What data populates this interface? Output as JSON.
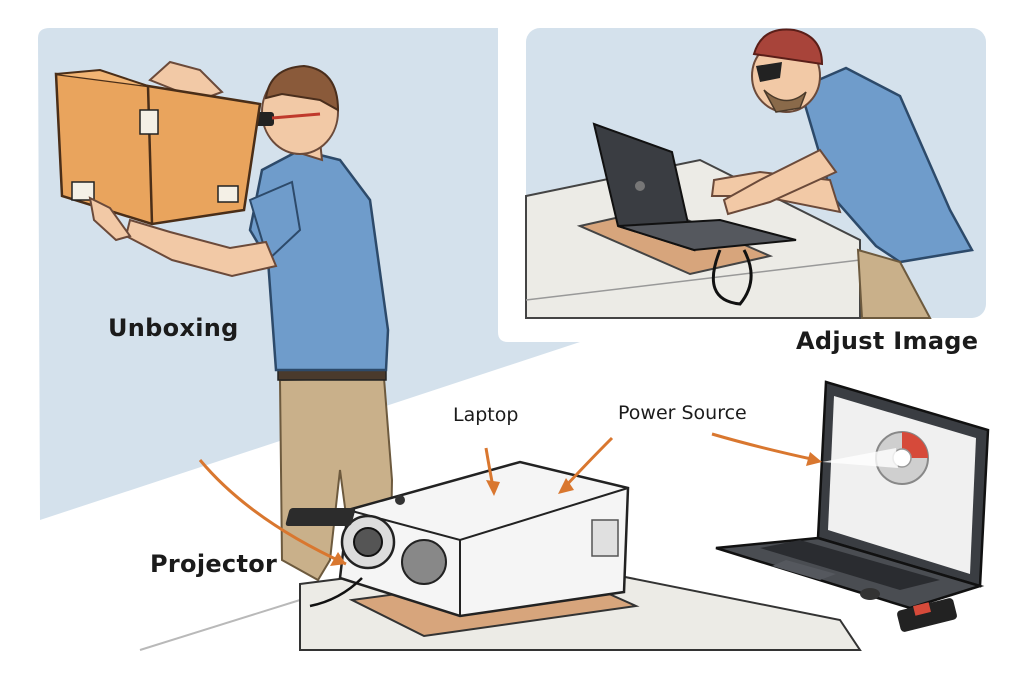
{
  "labels": {
    "unboxing": "Unboxing",
    "adjust_image": "Adjust Image",
    "projector": "Projector",
    "laptop": "Laptop",
    "power_source": "Power Source"
  },
  "colors": {
    "panel_blue": "#d4e1ec",
    "arrow_orange": "#d9772f",
    "shirt_blue": "#6f9ccb",
    "box_orange": "#e9a45d",
    "pants_tan": "#c9b08a",
    "mat_tan": "#d7a57c",
    "laptop_dark": "#3a3d42"
  }
}
